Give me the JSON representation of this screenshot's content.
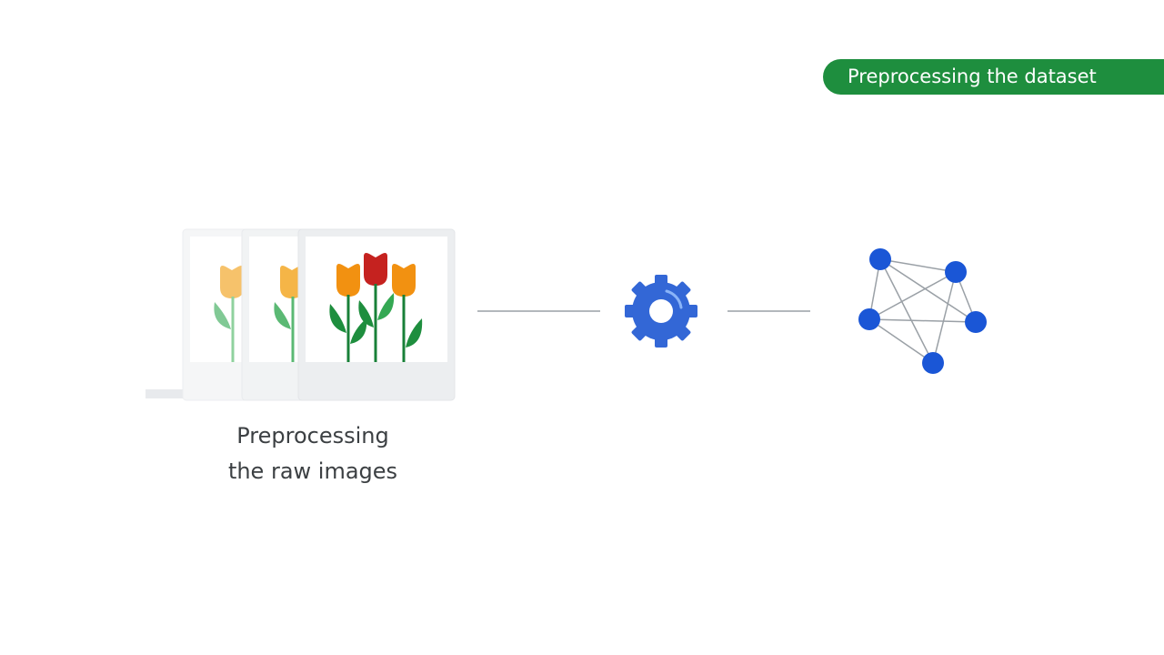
{
  "header": {
    "badge_label": "Preprocessing the dataset"
  },
  "diagram": {
    "input_caption_line1": "Preprocessing",
    "input_caption_line2": "the raw images",
    "icons": {
      "images": "tulip-image-stack-icon",
      "process": "gear-icon",
      "model": "network-graph-icon"
    }
  },
  "colors": {
    "badge_green": "#1e8e3e",
    "gear_blue": "#3367d6",
    "node_blue": "#1a56d6",
    "connector_gray": "#9aa0a6",
    "tulip_orange": "#f29111",
    "tulip_red": "#c5221f",
    "stem_green": "#188038"
  }
}
